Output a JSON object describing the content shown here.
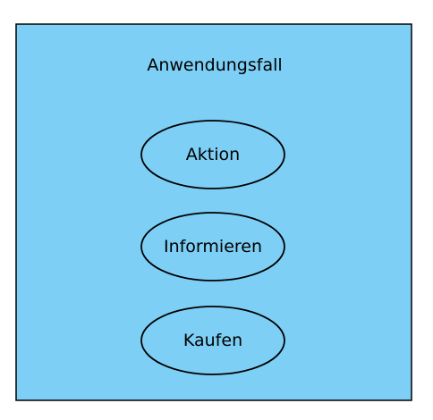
{
  "diagram": {
    "system_boundary": {
      "title": "Anwendungsfall",
      "fill_color": "#7ecff5",
      "border_color": "#000000"
    },
    "use_cases": [
      {
        "label": "Aktion"
      },
      {
        "label": "Informieren"
      },
      {
        "label": "Kaufen"
      }
    ]
  }
}
